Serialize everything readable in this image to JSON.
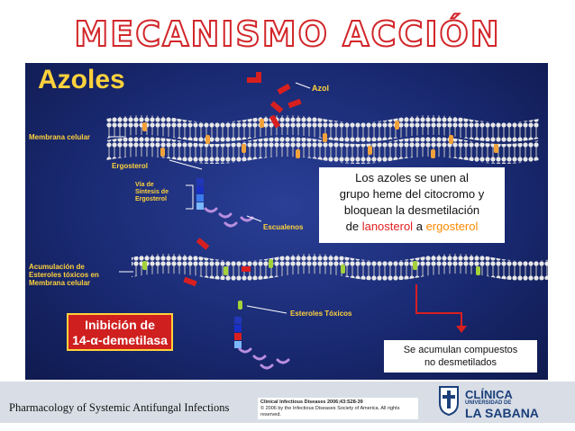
{
  "slide": {
    "title": "MECANISMO ACCIÓN",
    "heading": "Azoles",
    "labels": {
      "azol": "Azol",
      "membrana": "Membrana celular",
      "ergosterol": "Ergosterol",
      "via_1": "Vía de",
      "via_2": "Síntesis de",
      "via_3": "Ergosterol",
      "escualenos": "Escualenos",
      "acum_1": "Acumulación de",
      "acum_2": "Esteroles tóxicos en",
      "acum_3": "Membrana celular",
      "esteroles_toxicos": "Esteroles Tóxicos"
    },
    "inhibition": {
      "line1": "Inibición de",
      "line2": "14-α-demetilasa"
    },
    "callout": {
      "line1": "Los azoles se unen al",
      "line2": "grupo heme del citocromo y",
      "line3": "bloquean la desmetilación",
      "de": "de",
      "lanosterol": "lanosterol",
      "a": "a",
      "ergosterol": "ergosterol"
    },
    "note": {
      "line1": "Se acumulan compuestos",
      "line2": "no desmetilados"
    }
  },
  "footer": {
    "book": "Pharmacology of Systemic Antifungal Infections",
    "citation_1": "Clinical Infectious Diseases   2006;43:S28-39",
    "citation_2": "© 2006 by the Infectious Diseases Society of America. All rights reserved.",
    "clinic_1": "CLÍNICA",
    "clinic_2": "UNIVERSIDAD DE",
    "clinic_3": "LA SABANA"
  },
  "colors": {
    "panel": "#1a2a73",
    "label": "#ffd23c",
    "title_outline": "#d2262a",
    "clinic": "#1b3f7a"
  }
}
